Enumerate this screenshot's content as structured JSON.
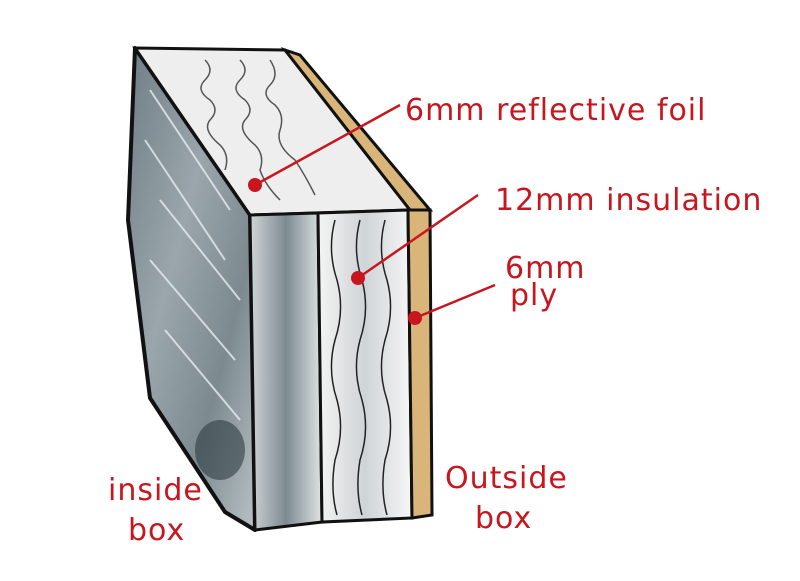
{
  "labels": {
    "foil": "6mm reflective foil",
    "insulation": "12mm insulation",
    "ply_line1": "6mm",
    "ply_line2": "ply",
    "inside_line1": "inside",
    "inside_line2": "box",
    "outside_line1": "Outside",
    "outside_line2": "box"
  },
  "colors": {
    "annotation": "#c8161f",
    "foil": "#7f8c92",
    "insulation": "#f2f2f2",
    "ply": "#d9b57a",
    "outline": "#111111"
  }
}
